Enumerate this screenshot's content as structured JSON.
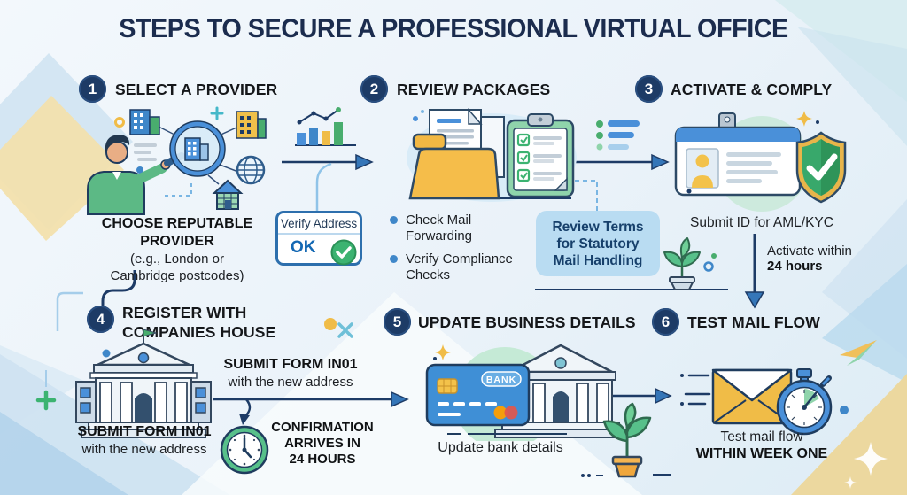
{
  "title": "STEPS TO SECURE A PROFESSIONAL VIRTUAL OFFICE",
  "steps": {
    "s1": {
      "number": "1",
      "title": "SELECT A PROVIDER",
      "caption": "CHOOSE REPUTABLE PROVIDER",
      "caption_sub": "(e.g., London or Cambridge postcodes)",
      "verify_label": "Verify Address",
      "verify_status": "OK"
    },
    "s2": {
      "number": "2",
      "title": "REVIEW PACKAGES",
      "bullets": [
        "Check Mail Forwarding",
        "Verify Compliance Checks"
      ],
      "note_lines": [
        "Review Terms",
        "for Statutory",
        "Mail Handling"
      ]
    },
    "s3": {
      "number": "3",
      "title": "ACTIVATE & COMPLY",
      "caption": "Submit ID for AML/KYC",
      "timer_lines": [
        "Activate within",
        "24 hours"
      ]
    },
    "s4": {
      "number": "4",
      "title_lines": [
        "REGISTER WITH",
        "COMPANIES HOUSE"
      ],
      "form_title": "SUBMIT FORM IN01",
      "form_sub": "with the new address",
      "confirm_lines": [
        "CONFIRMATION",
        "ARRIVES IN",
        "24 HOURS"
      ]
    },
    "s5": {
      "number": "5",
      "title": "UPDATE BUSINESS DETAILS",
      "card_label": "BANK",
      "caption": "Update bank details"
    },
    "s6": {
      "number": "6",
      "title": "TEST MAIL FLOW",
      "caption": "Test mail flow",
      "caption_bold": "WITHIN WEEK ONE"
    }
  },
  "icons": {
    "magnifier-icon": "magnifying glass over building",
    "bar-chart-icon": "growth bar chart",
    "folder-documents-icon": "folder with documents",
    "checklist-icon": "clipboard with green checks",
    "list-icon": "bulleted list",
    "id-card-icon": "identity card",
    "shield-check-icon": "shield with checkmark",
    "check-icon": "green check circle",
    "plant-icon": "potted plant",
    "government-building-icon": "companies house building",
    "clock-icon": "clock",
    "credit-card-icon": "bank card",
    "bank-building-icon": "bank building",
    "envelope-icon": "mail envelope",
    "stopwatch-icon": "stopwatch",
    "paper-plane-icon": "paper plane",
    "sparkle-icon": "sparkle"
  },
  "colors": {
    "navy": "#1d3b66",
    "blue": "#3f87c9",
    "green": "#3cb371",
    "yellow": "#f0bc47",
    "note_box_bg": "#b9dcf2",
    "title_navy": "#1b2c4e"
  }
}
